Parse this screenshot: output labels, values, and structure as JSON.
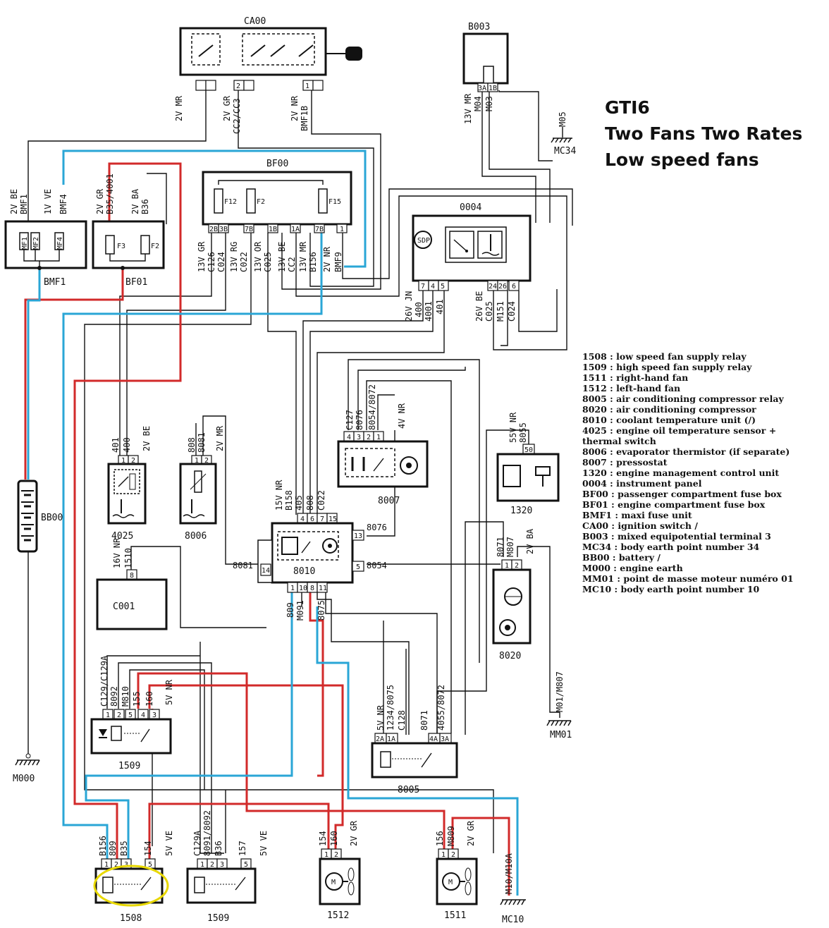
{
  "title": {
    "line1": "GTI6",
    "line2": "Two Fans Two Rates",
    "line3": "Low speed fans"
  },
  "colors": {
    "red_wire": "#d22a2a",
    "blue_wire": "#2aa6d6",
    "highlight_circle": "#e8d800",
    "line": "#111111"
  },
  "components": {
    "CA00": {
      "name": "CA00",
      "pins": [
        "2",
        "1"
      ]
    },
    "B003": {
      "name": "B003",
      "pins": [
        "3A",
        "1B"
      ]
    },
    "BF00": {
      "name": "BF00",
      "fuses": [
        "F12",
        "F2",
        "F15"
      ],
      "pins": [
        "2B",
        "3B",
        "7B",
        "1B",
        "1A",
        "7B",
        "1"
      ]
    },
    "BMF1": {
      "name": "BMF1",
      "fuses": [
        "MF1",
        "MF2",
        "MF4"
      ]
    },
    "BF01": {
      "name": "BF01",
      "fuses": [
        "F3",
        "F2"
      ]
    },
    "C0004": {
      "name": "0004",
      "gauge": "SDP",
      "pins": [
        "7",
        "4",
        "5",
        "24",
        "26",
        "6"
      ]
    },
    "BB00": {
      "name": "BB00"
    },
    "E4025": {
      "name": "4025",
      "pins": [
        "1",
        "2"
      ]
    },
    "E8006": {
      "name": "8006",
      "pins": [
        "1",
        "2"
      ]
    },
    "C001": {
      "name": "C001",
      "pins": [
        "8"
      ]
    },
    "E8010": {
      "name": "8010",
      "pins_top": [
        "4",
        "6",
        "7",
        "15"
      ],
      "pins_bottom": [
        "1",
        "10",
        "8",
        "11"
      ],
      "pin_left": "14",
      "pins_right": [
        "13",
        "5"
      ]
    },
    "E8007": {
      "name": "8007",
      "pins": [
        "4",
        "3",
        "2",
        "1"
      ]
    },
    "E1320": {
      "name": "1320",
      "pins": [
        "50"
      ]
    },
    "E8020": {
      "name": "8020",
      "pins": [
        "1",
        "2"
      ]
    },
    "E1509top": {
      "name": "1509",
      "pins": [
        "1",
        "2",
        "5",
        "4",
        "3"
      ]
    },
    "E8005": {
      "name": "8005",
      "pins": [
        "2A",
        "1A",
        "4A",
        "3A"
      ]
    },
    "E1508": {
      "name": "1508",
      "pins": [
        "1",
        "2",
        "3",
        "5"
      ]
    },
    "E1509bot": {
      "name": "1509",
      "pins": [
        "1",
        "2",
        "3",
        "5"
      ]
    },
    "E1512": {
      "name": "1512",
      "pins": [
        "1",
        "2"
      ],
      "motor": "M"
    },
    "E1511": {
      "name": "1511",
      "pins": [
        "1",
        "2"
      ],
      "motor": "M"
    }
  },
  "grounds": {
    "M000": "M000",
    "MM01": "MM01",
    "MC10": "MC10",
    "MC34": "MC34"
  },
  "wire_labels": {
    "ca00_a": "2V MR",
    "ca00_b": "2V GR",
    "ca00_c": "CC2/CC3",
    "ca00_d": "2V NR",
    "ca00_e": "BMF1B",
    "b003_a": "13V MR",
    "b003_b": "M04",
    "b003_c": "M03",
    "mc34_a": "M05",
    "bmf1_a": "2V BE",
    "bmf1_b": "BMF1",
    "bmf1_c": "1V VE",
    "bmf1_d": "BMF4",
    "bf01_a": "2V GR",
    "bf01_b": "B35/4001",
    "bf01_c": "2V BA",
    "bf01_d": "B36",
    "bf00_a": "13V GR",
    "bf00_b": "C126",
    "bf00_c": "C024",
    "bf00_d": "13V RG",
    "bf00_e": "C022",
    "bf00_f": "13V OR",
    "bf00_g": "C025",
    "bf00_h": "13V BE",
    "bf00_i": "CC2",
    "bf00_j": "13V MR",
    "bf00_k": "B156",
    "bf00_l": "2V NR",
    "bf00_m": "BMF9",
    "c0004_a": "26V JN",
    "c0004_b": "400",
    "c0004_c": "4001",
    "c0004_d": "401",
    "c0004_e": "26V BE",
    "c0004_f": "C025",
    "c0004_g": "M151",
    "c0004_h": "C024",
    "e4025_a": "401",
    "e4025_b": "400",
    "e4025_c": "2V BE",
    "e8006_a": "808",
    "e8006_b": "8081",
    "e8006_c": "2V MR",
    "c001_a": "16V NR",
    "c001_b": "1510",
    "e8010_a": "15V NR",
    "e8010_b": "B158",
    "e8010_c": "405",
    "e8010_d": "808",
    "e8010_e": "C022",
    "e8010_f": "8081",
    "e8010_g": "8076",
    "e8010_h": "8054",
    "e8010_i": "809",
    "e8010_j": "M091",
    "e8010_k": "8075",
    "e8007_a": "C127",
    "e8007_b": "8076",
    "e8007_c": "8054/8072",
    "e8007_d": "4V NR",
    "e1320_a": "55V NR",
    "e1320_b": "8055",
    "e8020_a": "8071",
    "e8020_b": "M807",
    "e8020_c": "2V BA",
    "mm01_a": "M01/M807",
    "e1509t_a": "C129/C129A",
    "e1509t_b": "8092",
    "e1509t_c": "M810",
    "e1509t_d": "155",
    "e1509t_e": "160",
    "e1509t_f": "5V NR",
    "e8005_a": "5V NR",
    "e8005_b": "1234/8075",
    "e8005_c": "C128",
    "e8005_d": "8071",
    "e8005_e": "4055/8072",
    "e1508_a": "B156",
    "e1508_b": "809",
    "e1508_c": "B35",
    "e1508_d": "154",
    "e1508_e": "5V VE",
    "e1509b_a": "C129A",
    "e1509b_b": "8091/8092",
    "e1509b_c": "B36",
    "e1509b_d": "157",
    "e1509b_e": "5V VE",
    "e1512_a": "154",
    "e1512_b": "160",
    "e1512_c": "2V GR",
    "e1511_a": "156",
    "e1511_b": "M809",
    "e1511_c": "2V GR",
    "mc10_a": "M10/M10A"
  },
  "legend": [
    "1508 : low speed fan supply relay",
    "1509 : high speed fan supply relay",
    "1511 : right-hand fan",
    "1512 : left-hand fan",
    "8005 : air conditioning compressor relay",
    "8020 : air conditioning compressor",
    "8010 : coolant temperature unit (/)",
    "4025 : engine oil temperature sensor +",
    "thermal switch",
    "8006 : evaporator thermistor (if separate)",
    "8007 : pressostat",
    "1320 : engine management control unit",
    "0004 : instrument panel",
    "BF00 : passenger compartment fuse box",
    "BF01 : engine compartment fuse box",
    "BMF1 : maxi fuse unit",
    "CA00 : ignition switch /",
    "B003 : mixed equipotential terminal 3",
    "MC34 : body earth point number 34",
    "BB00 : battery /",
    "M000 : engine earth",
    "MM01 : point de masse moteur numéro 01",
    "MC10 : body earth point number 10"
  ]
}
